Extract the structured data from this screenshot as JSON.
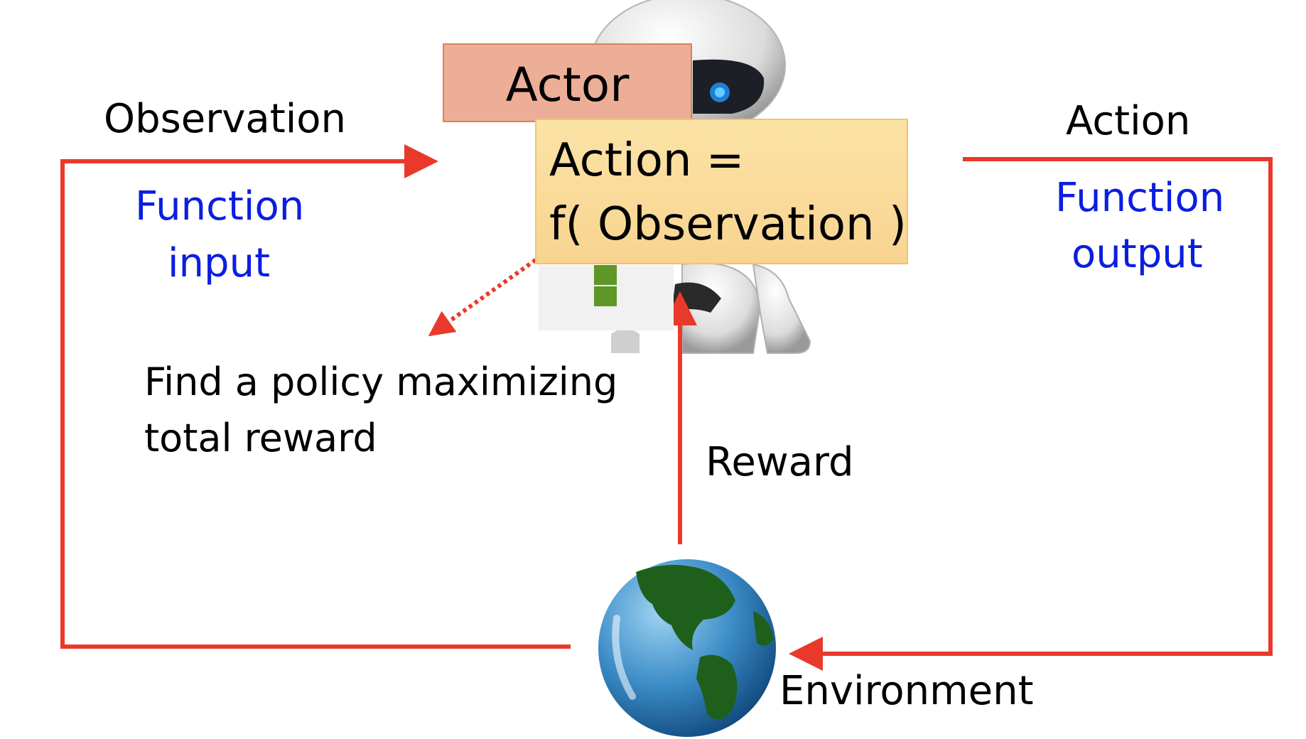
{
  "actor": {
    "title": "Actor",
    "function_line1": "Action =",
    "function_line2": "f( Observation )"
  },
  "observation": {
    "label": "Observation",
    "role_line1": "Function",
    "role_line2": "input"
  },
  "action": {
    "label": "Action",
    "role_line1": "Function",
    "role_line2": "output"
  },
  "goal": {
    "line1": "Find a policy maximizing",
    "line2": "total reward"
  },
  "reward": {
    "label": "Reward"
  },
  "environment": {
    "label": "Environment"
  },
  "colors": {
    "arrow": "#e8392b",
    "function_text": "#0b1ee0",
    "actor_box": "#ecae97",
    "function_box": "#f9d996"
  },
  "icons": [
    "robot-icon",
    "globe-icon",
    "neural-network-icon"
  ]
}
